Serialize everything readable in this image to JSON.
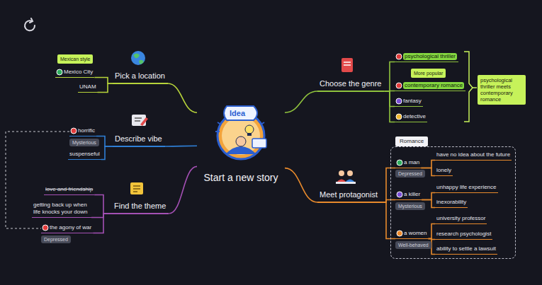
{
  "diagram": {
    "nodes": [
      {
        "text": [
          "Start a new story"
        ]
      },
      {
        "text": [
          "Pick a location"
        ]
      },
      {
        "text": [
          "Mexican style"
        ]
      },
      {
        "text": [
          "Mexico City"
        ]
      },
      {
        "text": [
          "UNAM"
        ]
      },
      {
        "text": [
          "Describe vibe"
        ]
      },
      {
        "text": [
          "horrific"
        ]
      },
      {
        "text": [
          "Mysterious"
        ]
      },
      {
        "text": [
          "suspenseful"
        ]
      },
      {
        "text": [
          "Find the theme"
        ]
      },
      {
        "text": [
          "love and friendship"
        ]
      },
      {
        "text": [
          "getting back up when life knocks your down"
        ]
      },
      {
        "text": [
          "the agony of war"
        ]
      },
      {
        "text": [
          "Depressed"
        ]
      },
      {
        "text": [
          "Choose the genre"
        ]
      },
      {
        "text": [
          "psychological thriller"
        ]
      },
      {
        "text": [
          "More popular"
        ]
      },
      {
        "text": [
          "contemporary romance"
        ]
      },
      {
        "text": [
          "fantasy"
        ]
      },
      {
        "text": [
          "detective"
        ]
      },
      {
        "text": [
          "psychological thriller meets contemporary romance"
        ]
      },
      {
        "text": [
          "Meet protagonist"
        ]
      },
      {
        "text": [
          "Romance"
        ]
      },
      {
        "text": [
          "a man"
        ],
        "in": 22
      },
      {
        "text": [
          "Depressed"
        ],
        "in": 22
      },
      {
        "text": [
          "have no idea about the future"
        ],
        "in": 22
      },
      {
        "text": [
          "lonely"
        ],
        "in": 22
      },
      {
        "text": [
          "a killer"
        ],
        "in": 22
      },
      {
        "text": [
          "Mysterious"
        ],
        "in": 22
      },
      {
        "text": [
          "unhappy life experience"
        ],
        "in": 22
      },
      {
        "text": [
          "inexorability"
        ],
        "in": 22
      },
      {
        "text": [
          "a women"
        ],
        "in": 22
      },
      {
        "text": [
          "Well-behaved"
        ],
        "in": 22
      },
      {
        "text": [
          "university professor"
        ],
        "in": 22
      },
      {
        "text": [
          "research psychologist"
        ],
        "in": 22
      },
      {
        "text": [
          "ability to settle a lawsuit"
        ],
        "in": 22
      }
    ],
    "edges": [
      {
        "from": 0,
        "to": 1,
        "arrow": "none"
      },
      {
        "from": 0,
        "to": 5,
        "arrow": "none"
      },
      {
        "from": 0,
        "to": 9,
        "arrow": "none"
      },
      {
        "from": 0,
        "to": 14,
        "arrow": "none"
      },
      {
        "from": 0,
        "to": 21,
        "arrow": "none"
      },
      {
        "from": 1,
        "to": 3,
        "arrow": "none"
      },
      {
        "from": 1,
        "to": 4,
        "arrow": "none"
      },
      {
        "from": 5,
        "to": 6,
        "arrow": "none"
      },
      {
        "from": 5,
        "to": 8,
        "arrow": "none"
      },
      {
        "from": 9,
        "to": 10,
        "arrow": "none"
      },
      {
        "from": 9,
        "to": 11,
        "arrow": "none"
      },
      {
        "from": 9,
        "to": 12,
        "arrow": "none"
      },
      {
        "from": 14,
        "to": 15,
        "arrow": "none"
      },
      {
        "from": 14,
        "to": 17,
        "arrow": "none"
      },
      {
        "from": 14,
        "to": 18,
        "arrow": "none"
      },
      {
        "from": 14,
        "to": 19,
        "arrow": "none"
      },
      {
        "from": 21,
        "to": 23,
        "arrow": "none"
      },
      {
        "from": 21,
        "to": 27,
        "arrow": "none"
      },
      {
        "from": 21,
        "to": 31,
        "arrow": "none"
      },
      {
        "from": 23,
        "to": 25,
        "arrow": "none"
      },
      {
        "from": 23,
        "to": 26,
        "arrow": "none"
      },
      {
        "from": 27,
        "to": 29,
        "arrow": "none"
      },
      {
        "from": 27,
        "to": 30,
        "arrow": "none"
      },
      {
        "from": 31,
        "to": 33,
        "arrow": "none"
      },
      {
        "from": 31,
        "to": 34,
        "arrow": "none"
      },
      {
        "from": 31,
        "to": 35,
        "arrow": "none"
      },
      {
        "from": 6,
        "to": 12,
        "arrow": "none"
      }
    ],
    "labels": [
      "Idea"
    ]
  }
}
